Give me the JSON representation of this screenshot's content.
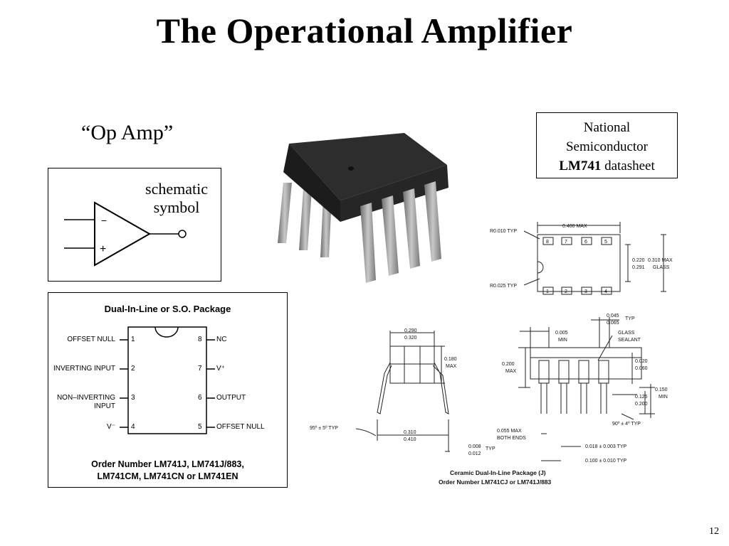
{
  "slide": {
    "title": "The Operational Amplifier",
    "page_number": "12"
  },
  "opamp_label": "“Op Amp”",
  "schematic": {
    "label_line1": "schematic",
    "label_line2": "symbol",
    "minus": "−",
    "plus": "+"
  },
  "datasheet_box": {
    "line1": "National",
    "line2": "Semiconductor",
    "part": "LM741",
    "suffix": " datasheet"
  },
  "dip_package": {
    "title": "Dual-In-Line or S.O. Package",
    "pins": [
      {
        "num": "1",
        "label": "OFFSET NULL"
      },
      {
        "num": "2",
        "label": "INVERTING INPUT"
      },
      {
        "num": "3",
        "label": "NON–INVERTING"
      },
      {
        "num": "4",
        "label": "V⁻"
      },
      {
        "num": "8",
        "label": "NC"
      },
      {
        "num": "7",
        "label": "V⁺"
      },
      {
        "num": "6",
        "label": "OUTPUT"
      },
      {
        "num": "5",
        "label": "OFFSET NULL"
      }
    ],
    "pin3_line2": "INPUT",
    "order_line1": "Order Number LM741J, LM741J/883,",
    "order_line2": "LM741CM, LM741CN or LM741EN"
  },
  "mech_drawing": {
    "top_view": {
      "width": "0.400 MAX",
      "r1": "R0.010 TYP",
      "r2": "R0.025 TYP",
      "h1": "0.220",
      "h2": "0.291",
      "h3": "0.310 MAX",
      "h4": "GLASS",
      "top_pins": [
        "8",
        "7",
        "6",
        "5"
      ],
      "bottom_pins": [
        "1",
        "2",
        "3",
        "4"
      ]
    },
    "end_view": {
      "w1": "0.290",
      "w2": "0.320",
      "h1": "0.180",
      "h2": "MAX",
      "angle": "95º ± 5º TYP",
      "b1": "0.310",
      "b2": "0.410",
      "t1": "0.008",
      "t2": "0.012",
      "t3": "TYP"
    },
    "side_view": {
      "top1": "0.045",
      "top2": "0.065",
      "top3": "TYP",
      "m1": "0.005",
      "m2": "MIN",
      "g1": "GLASS",
      "g2": "SEALANT",
      "l1": "0.200",
      "l2": "MAX",
      "r1": "0.020",
      "r2": "0.060",
      "p1": "0.150",
      "p2": "MIN",
      "q1": "0.125",
      "q2": "0.200",
      "ang": "90º ± 4º TYP",
      "e1": "0.055 MAX",
      "e2": "BOTH ENDS",
      "d1": "0.018 ± 0.003 TYP",
      "d2": "0.100 ± 0.010 TYP"
    },
    "caption1": "Ceramic Dual-In-Line Package (J)",
    "caption2": "Order Number LM741CJ or LM741J/883"
  }
}
